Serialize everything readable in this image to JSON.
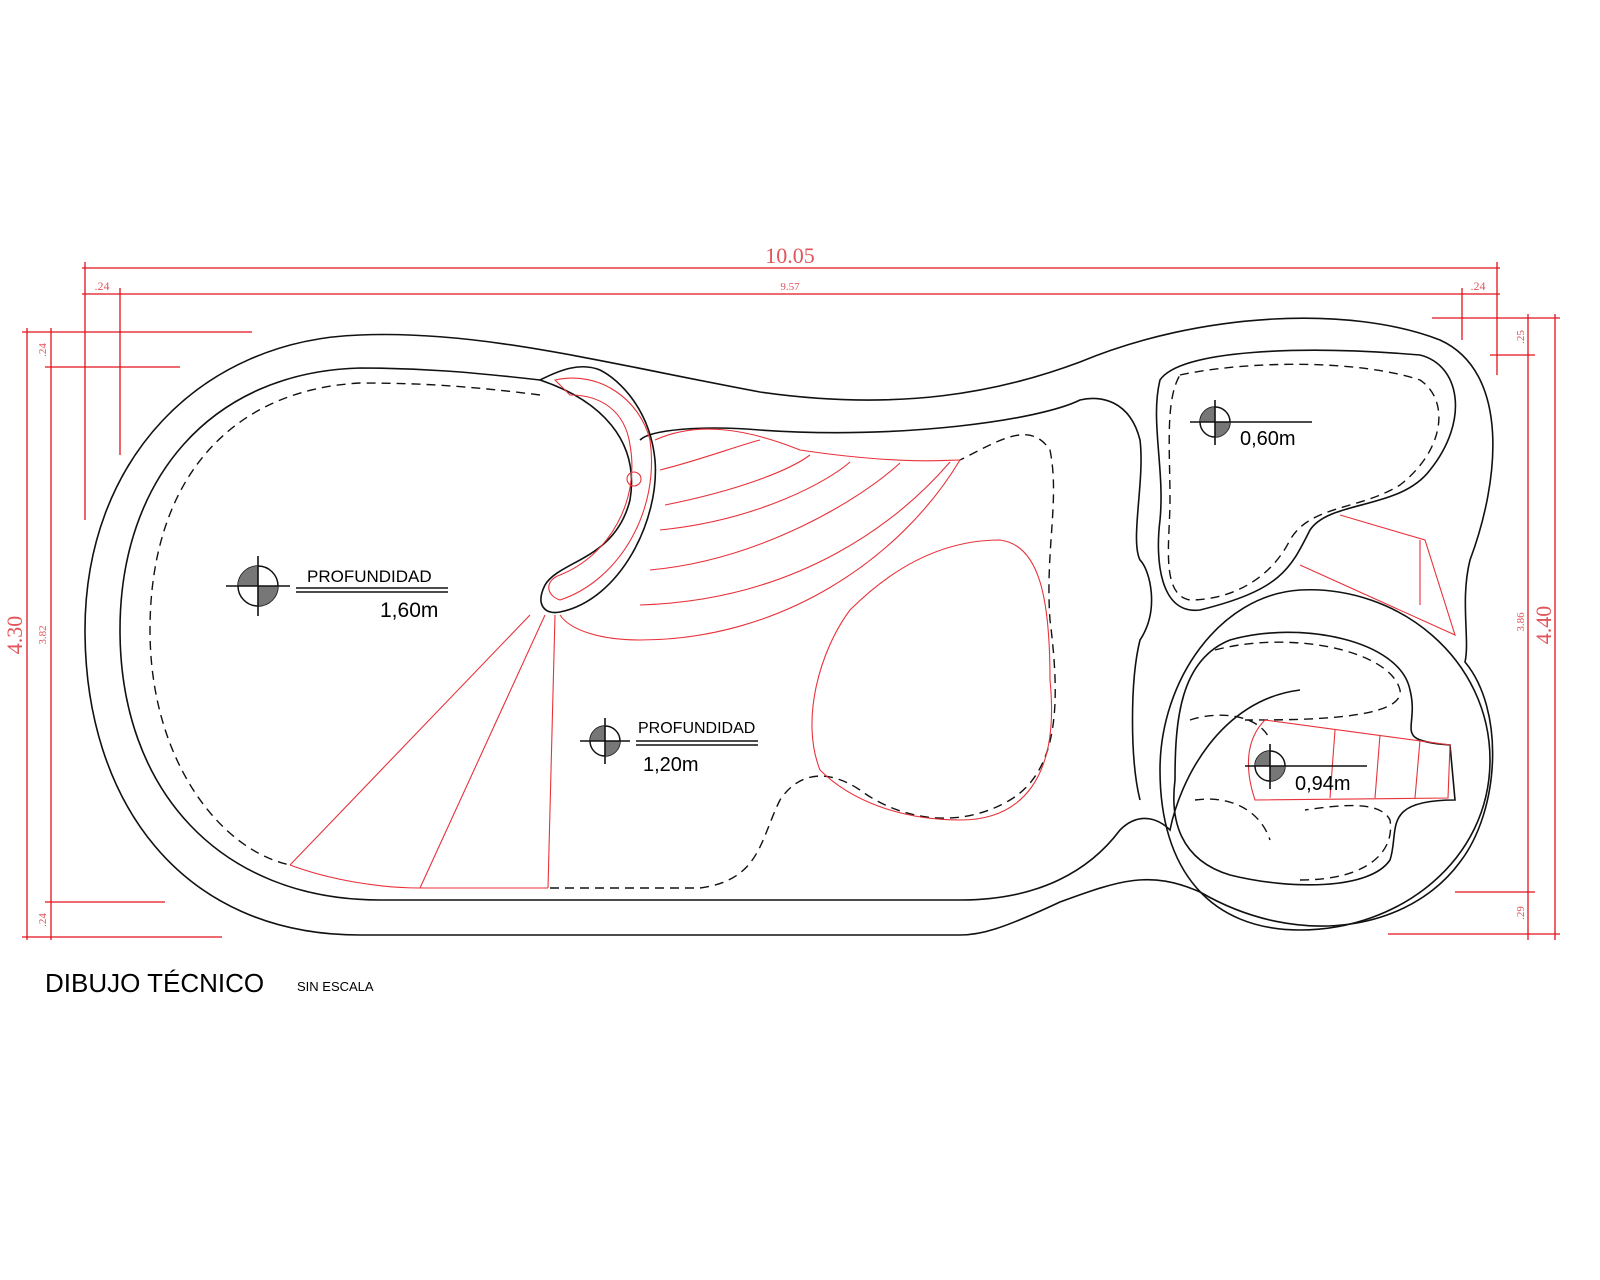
{
  "dimensions": {
    "total_length": "10.05",
    "inner_length": "9.57",
    "left_offset_top": ".24",
    "right_offset_top": ".24",
    "left_total_height": "4.30",
    "left_inner_height": "3.82",
    "left_offset_upper": ".24",
    "left_offset_lower": ".24",
    "right_total_height": "4.40",
    "right_inner_height": "3.86",
    "right_offset_upper": ".25",
    "right_offset_lower": ".29"
  },
  "depths": {
    "deep": {
      "label": "PROFUNDIDAD",
      "value": "1,60m"
    },
    "middle": {
      "label": "PROFUNDIDAD",
      "value": "1,20m"
    },
    "shallow_top": {
      "value": "0,60m"
    },
    "shallow_round": {
      "value": "0,94m"
    }
  },
  "footer": {
    "title": "DIBUJO TÉCNICO",
    "subtitle": "SIN ESCALA"
  },
  "colors": {
    "dimension": "#e0121a",
    "outline": "#111111"
  }
}
